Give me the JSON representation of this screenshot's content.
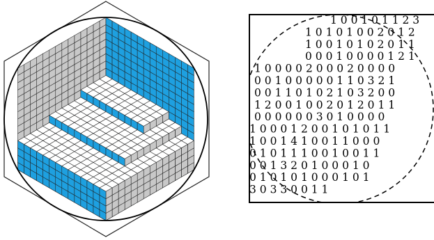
{
  "figure": {
    "colors": {
      "top_face": "#ffffff",
      "side_face_gray": "#c8c8c8",
      "side_face_blue": "#1ea0e0",
      "edge": "#222222",
      "circle": "#000000"
    },
    "left_panel": {
      "description_icon": "hexagon-plane-partition-icon"
    },
    "right_panel": {
      "rows": [
        "1 0 0 1 0 1 1 2 3",
        "1 0 1 0 1 0 0 2 0 1 2",
        "1 0 0 1 0 1 0 2 0 1 1",
        "0 0 0 1 0 0 0 0 1 2 1",
        "1 0 0 0 0 2 0 0 0 2 0 0 0 0",
        "0 0 1 0 0 0 0 0 1 1 0 3 2 1",
        "0 0 1 1 0 1 0 2 1 0 3 2 0 0",
        "1 2 0 0 1 0 0 2 0 1 2 0 1 1",
        "0 0 0 0 0 0 3 0 1 0 0 0 0",
        "1 0 0 0 1 2 0 0 1 0 1 0 1 1",
        "1 0 0 1 4 1 0 0 1 1 0 0 0",
        "0 1 0 1 1 1 0 0 1 0 0 1 1",
        "0 0 1 3 2 0 1 0 0 0 1 0",
        "0 1 0 1 0 1 0 0 0 1 0 1",
        "3 0 3 3 0 0 1 1"
      ]
    }
  }
}
